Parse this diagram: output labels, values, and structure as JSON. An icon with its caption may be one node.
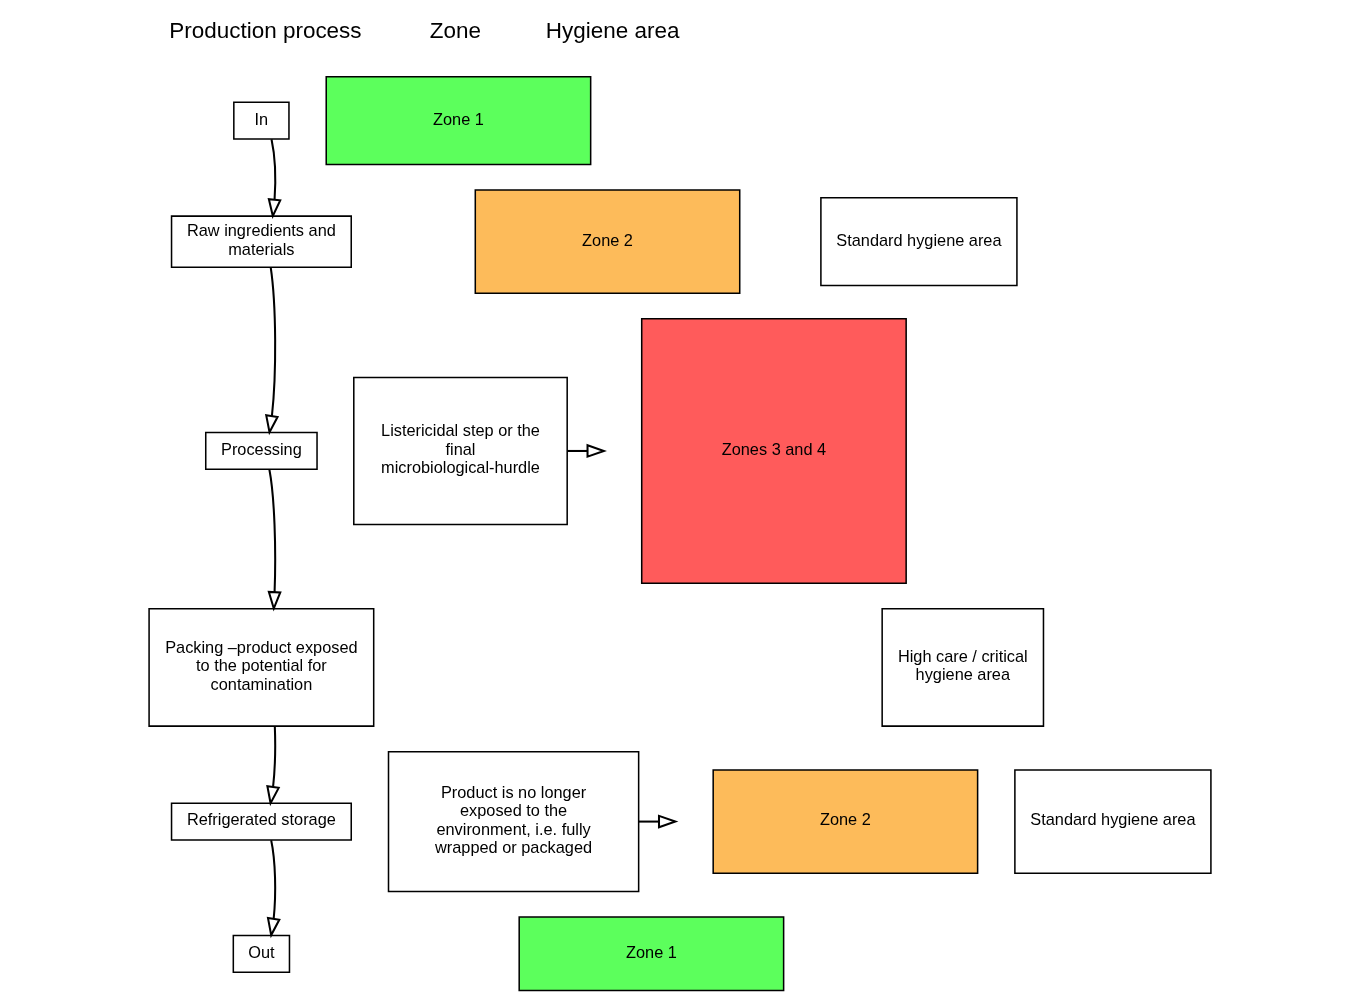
{
  "diagram": {
    "nodes": [
      {
        "text": [
          "In"
        ]
      },
      {
        "text": [
          "Raw ingredients and materials"
        ]
      },
      {
        "text": [
          "Processing"
        ]
      },
      {
        "text": [
          "Packing –product exposed to the potential for contamination"
        ]
      },
      {
        "text": [
          "Refrigerated storage"
        ]
      },
      {
        "text": [
          "Out"
        ]
      },
      {
        "text": [
          "Listericidal step or the final microbiological-hurdle"
        ]
      },
      {
        "text": [
          "Product is no longer exposed to the environment, i.e. fully wrapped or packaged"
        ]
      },
      {
        "text": [
          "Zone 1"
        ]
      },
      {
        "text": [
          "Zone 2"
        ]
      },
      {
        "text": [
          "Zones 3 and 4"
        ]
      },
      {
        "text": [
          "Zone 2"
        ]
      },
      {
        "text": [
          "Zone 1"
        ]
      },
      {
        "text": [
          "Standard hygiene area"
        ]
      },
      {
        "text": [
          "High care / critical hygiene area"
        ]
      },
      {
        "text": [
          "Standard hygiene area"
        ]
      }
    ],
    "edges": [
      {
        "from": 0,
        "to": 1,
        "arrow": "to"
      },
      {
        "from": 1,
        "to": 2,
        "arrow": "to"
      },
      {
        "from": 2,
        "to": 3,
        "arrow": "to"
      },
      {
        "from": 3,
        "to": 4,
        "arrow": "to"
      },
      {
        "from": 4,
        "to": 5,
        "arrow": "to"
      },
      {
        "from": 6,
        "to": null,
        "arrow": "to"
      },
      {
        "from": 7,
        "to": null,
        "arrow": "to"
      }
    ],
    "labels": [
      "Production process",
      "Zone",
      "Hygiene area"
    ]
  }
}
